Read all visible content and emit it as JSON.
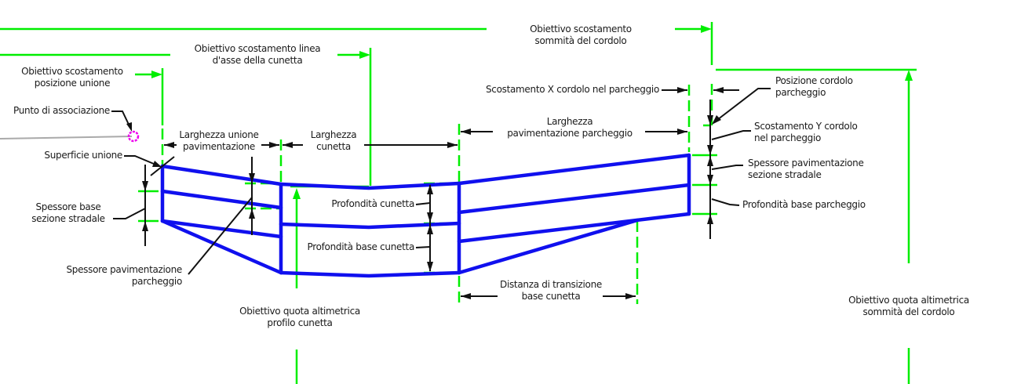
{
  "title": "Subassembly parcheggio con cunetta e cordolo",
  "colors": {
    "target_lines": "#00ee00",
    "geometry": "#1010ee",
    "dimensions": "#111111",
    "attachment_point": "#ee00ee",
    "text": "#1a1a1a"
  },
  "labels": {
    "obiettivo_scostamento_posizione_unione": [
      "Obiettivo scostamento",
      "posizione unione"
    ],
    "obiettivo_scostamento_linea_asse_cunetta": [
      "Obiettivo scostamento linea",
      "d'asse della cunetta"
    ],
    "obiettivo_scostamento_sommita_cordolo": [
      "Obiettivo scostamento",
      "sommità del cordolo"
    ],
    "punto_di_associazione": [
      "Punto di associazione"
    ],
    "superficie_unione": [
      "Superficie unione"
    ],
    "spessore_base_sezione_stradale": [
      "Spessore base",
      "sezione stradale"
    ],
    "spessore_pavimentazione_parcheggio": [
      "Spessore pavimentazione",
      "parcheggio"
    ],
    "larghezza_unione_pavimentazione": [
      "Larghezza unione",
      "pavimentazione"
    ],
    "larghezza_cunetta": [
      "Larghezza",
      "cunetta"
    ],
    "profondita_cunetta": [
      "Profondità cunetta"
    ],
    "profondita_base_cunetta": [
      "Profondità base cunetta"
    ],
    "obiettivo_quota_altimetrica_profilo_cunetta": [
      "Obiettivo quota altimetrica",
      "profilo cunetta"
    ],
    "larghezza_pavimentazione_parcheggio": [
      "Larghezza",
      "pavimentazione parcheggio"
    ],
    "distanza_transizione_base_cunetta": [
      "Distanza di transizione",
      "base cunetta"
    ],
    "scostamento_x_cordolo_parcheggio": [
      "Scostamento X cordolo nel parcheggio"
    ],
    "posizione_cordolo_parcheggio": [
      "Posizione cordolo",
      "parcheggio"
    ],
    "scostamento_y_cordolo_parcheggio": [
      "Scostamento Y cordolo",
      "nel parcheggio"
    ],
    "spessore_pavimentazione_sezione_stradale": [
      "Spessore pavimentazione",
      "sezione stradale"
    ],
    "profondita_base_parcheggio": [
      "Profondità base parcheggio"
    ],
    "obiettivo_quota_altimetrica_sommita_cordolo": [
      "Obiettivo quota altimetrica",
      "sommità del cordolo"
    ]
  }
}
